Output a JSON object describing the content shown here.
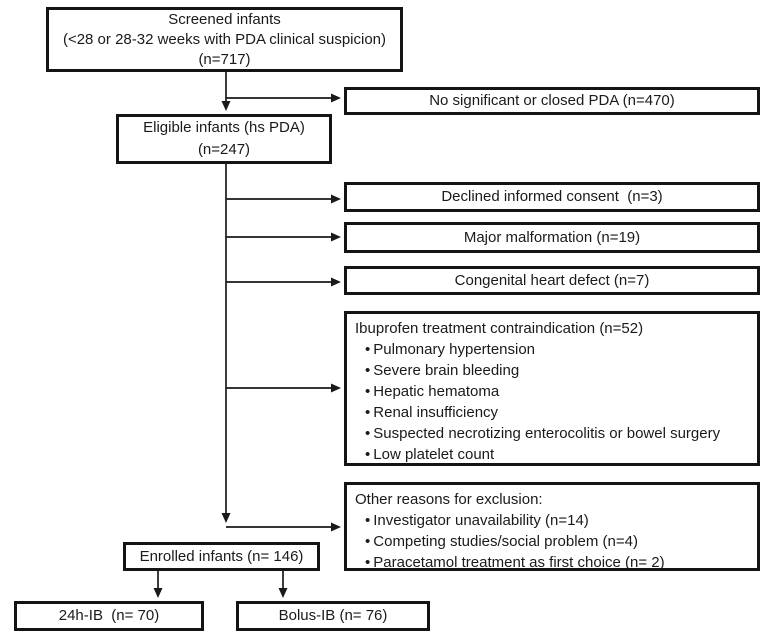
{
  "flowchart": {
    "screened": {
      "line1": "Screened infants",
      "line2": "(<28 or 28-32 weeks with PDA clinical suspicion)",
      "line3": "(n=717)"
    },
    "no_pda": {
      "label": "No significant or closed PDA (n=470)"
    },
    "eligible": {
      "line1": "Eligible infants (hs PDA)",
      "line2": "(n=247)"
    },
    "declined": {
      "label": "Declined informed consent  (n=3)"
    },
    "malformation": {
      "label": "Major malformation (n=19)"
    },
    "heart_defect": {
      "label": "Congenital heart defect (n=7)"
    },
    "ibuprofen_contraindication": {
      "title": "Ibuprofen treatment contraindication (n=52)",
      "items": [
        "Pulmonary hypertension",
        "Severe brain bleeding",
        "Hepatic hematoma",
        "Renal insufficiency",
        "Suspected necrotizing enterocolitis or bowel surgery",
        "Low platelet count"
      ]
    },
    "other_reasons": {
      "title": "Other reasons for exclusion:",
      "items": [
        "Investigator unavailability (n=14)",
        "Competing studies/social problem (n=4)",
        "Paracetamol treatment as first choice (n= 2)"
      ]
    },
    "enrolled": {
      "label": "Enrolled infants (n= 146)"
    },
    "arm_24h": {
      "label": "24h-IB  (n= 70)"
    },
    "arm_bolus": {
      "label": "Bolus-IB (n= 76)"
    }
  },
  "colors": {
    "box_border": "#141414",
    "box_fill": "#ffffff",
    "text": "#1a1a1a",
    "connector": "#1a1a1a",
    "background": "#ffffff"
  }
}
